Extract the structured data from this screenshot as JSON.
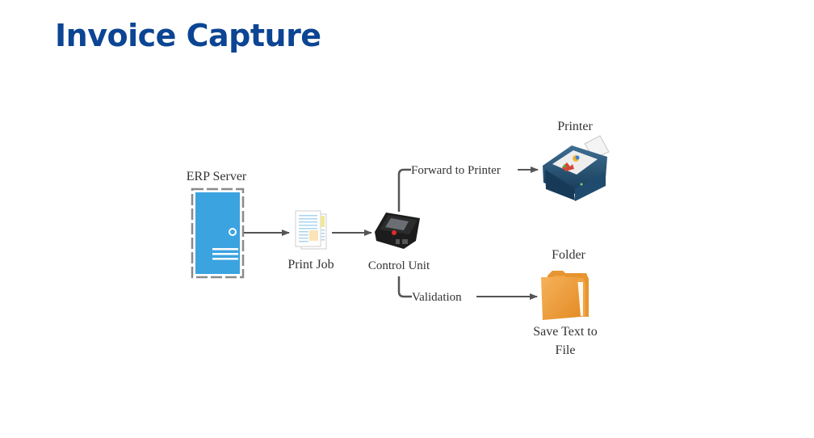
{
  "slide": {
    "title": "Invoice Capture",
    "title_color": "#0b4593"
  },
  "diagram": {
    "nodes": {
      "erp_server": {
        "label": "ERP Server",
        "icon": "server-icon",
        "color": "#3ba3e0"
      },
      "print_job": {
        "label": "Print Job",
        "icon": "document-icon"
      },
      "control_unit": {
        "label": "Control Unit",
        "icon": "device-icon"
      },
      "printer": {
        "label": "Printer",
        "icon": "printer-icon",
        "color": "#1f4b6e"
      },
      "folder": {
        "label": "Folder",
        "caption_line1": "Save Text to",
        "caption_line2": "File",
        "icon": "folder-icon",
        "color": "#f2a040"
      }
    },
    "edges": {
      "forward": {
        "label": "Forward to Printer"
      },
      "validation": {
        "label": "Validation"
      }
    },
    "edge_color": "#555555"
  }
}
